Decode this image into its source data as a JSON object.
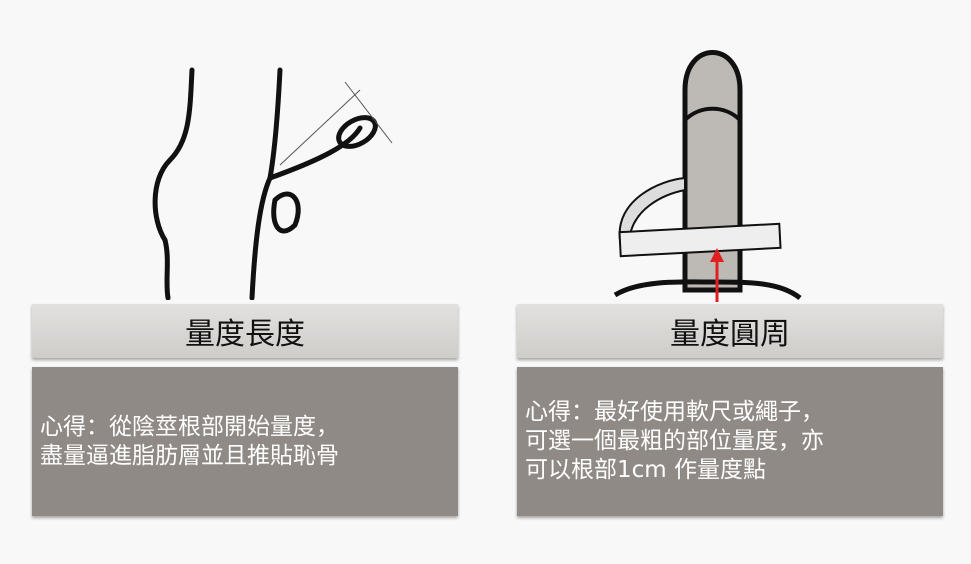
{
  "length_panel": {
    "title": "量度長度",
    "tip_lines": [
      "心得：從陰莖根部開始量度，",
      "盡量逼進脂肪層並且推貼恥骨"
    ]
  },
  "girth_panel": {
    "title": "量度圓周",
    "tip_lines": [
      "心得：最好使用軟尺或繩子，",
      "可選一個最粗的部位量度，亦",
      "可以根部1cm 作量度點"
    ]
  },
  "colors": {
    "header": "#d9d8d6",
    "body": "#8f8a85",
    "arrow": "#e02020"
  }
}
